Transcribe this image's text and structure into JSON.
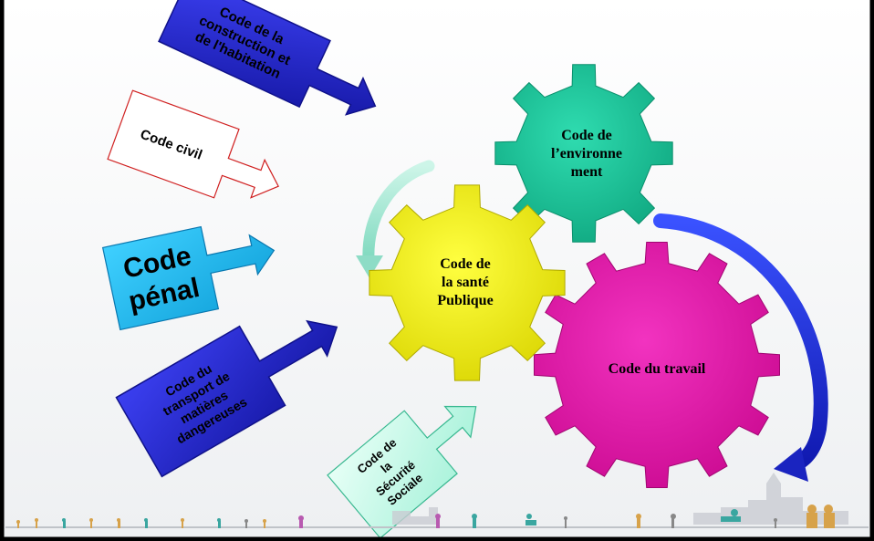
{
  "colors": {
    "background": "#ffffff",
    "border": "#000000",
    "gear_environnement": "#14c396",
    "gear_sante": "#f2ef0c",
    "gear_travail": "#e414a8",
    "arrow_construction": "#1b20c8",
    "arrow_civil": "#ffffff",
    "arrow_penal": "#19b8f0",
    "arrow_transport": "#2424cc",
    "arrow_securite": "#b9f8e4",
    "curved_arrow_left": "#9fe6d2",
    "curved_arrow_right": "#1d2fd6"
  },
  "labels": {
    "construction": [
      "Code de la",
      "construction et",
      "de l'habitation"
    ],
    "civil": [
      "Code  civil"
    ],
    "penal": [
      "Code",
      "pénal"
    ],
    "transport": [
      "Code du",
      "transport de",
      "matières",
      "dangereuses"
    ],
    "securite": [
      "Code de",
      "la",
      "Sécurité",
      "Sociale"
    ],
    "environnement": [
      "Code de",
      "l’environne",
      "ment"
    ],
    "sante": [
      "Code de",
      "la santé",
      "Publique"
    ],
    "travail": [
      "Code du travail"
    ]
  },
  "icons": {
    "gears": "gear-icon",
    "arrows": "arrow-icon",
    "people": "people-silhouettes-icon",
    "city": "city-skyline-icon"
  }
}
